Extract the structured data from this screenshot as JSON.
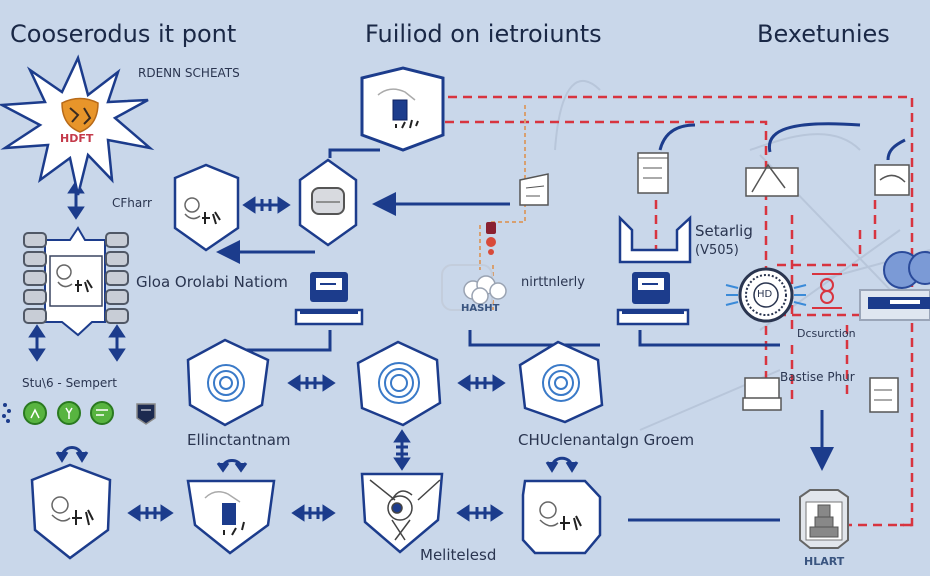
{
  "headings": {
    "left": "Cooserodus it pont",
    "center": "Fuiliod on ietroiunts",
    "right": "Bexetunies"
  },
  "labels": {
    "rdenn_scheats": "RDENN SCHEATS",
    "burst_badge": "HDFT",
    "cfharr": "CFharr",
    "gloa_orolabi": "Gloa Orolabi Natiom",
    "nirttnlerly": "nirttnlerly",
    "cloud_badge": "HASHT",
    "setarlig": "Setarlig",
    "setarlig_sub": "(V505)",
    "seal_text": "HD",
    "dcsurction": "Dcsurction",
    "bastise_phur": "Bastise Phur",
    "stack_semport": "Stu\\6 - Sempert",
    "ellinctantnam": "Ellinctantnam",
    "chuclenantalgn": "CHUclenantalgn Groem",
    "melitelesd": "Melitelesd",
    "hlart": "HLART"
  },
  "colors": {
    "background": "#c9d7ea",
    "navy": "#1c3c8c",
    "dashed_red": "#d8343f",
    "dashed_orange": "#d8a070",
    "green_badge": "#58b440",
    "node_fill": "#ffffff"
  },
  "nodes": [
    {
      "id": "burst",
      "shape": "starburst",
      "icon": "shield-badge-icon"
    },
    {
      "id": "film-server",
      "shape": "film-frame",
      "icon": "sketch-figure-icon"
    },
    {
      "id": "hex-figure-top",
      "shape": "shield-hex",
      "icon": "sketch-figure-icon"
    },
    {
      "id": "hex-drive",
      "shape": "hexagon",
      "icon": "hard-drive-icon"
    },
    {
      "id": "hex-device-top",
      "shape": "hexagon",
      "icon": "device-sketch-icon"
    },
    {
      "id": "monitor-left",
      "shape": "computer",
      "icon": "monitor-icon"
    },
    {
      "id": "cloud-hasht",
      "shape": "cloud",
      "icon": "cloud-icon"
    },
    {
      "id": "monitor-center",
      "shape": "computer",
      "icon": "monitor-icon"
    },
    {
      "id": "tray",
      "shape": "tray",
      "icon": "tray-icon"
    },
    {
      "id": "seal",
      "shape": "seal",
      "icon": "seal-icon"
    },
    {
      "id": "cloud-server",
      "shape": "cloud-computer",
      "icon": "cloud-server-icon"
    },
    {
      "id": "hex-spiral-1",
      "shape": "hexagon",
      "icon": "spiral-icon"
    },
    {
      "id": "hex-spiral-2",
      "shape": "hexagon",
      "icon": "spiral-icon"
    },
    {
      "id": "hex-spiral-3",
      "shape": "hexagon",
      "icon": "spiral-icon"
    },
    {
      "id": "shield-bottom-1",
      "shape": "shield",
      "icon": "sketch-figure-icon"
    },
    {
      "id": "shield-bottom-2",
      "shape": "shield",
      "icon": "device-sketch-icon"
    },
    {
      "id": "shield-bottom-3",
      "shape": "shield",
      "icon": "sketch-knot-icon"
    },
    {
      "id": "octagon-bottom",
      "shape": "octagon",
      "icon": "sketch-figure-icon"
    },
    {
      "id": "tower-badge",
      "shape": "badge",
      "icon": "tower-icon"
    }
  ],
  "green_badges": [
    "run-icon",
    "bulb-icon",
    "list-icon"
  ]
}
